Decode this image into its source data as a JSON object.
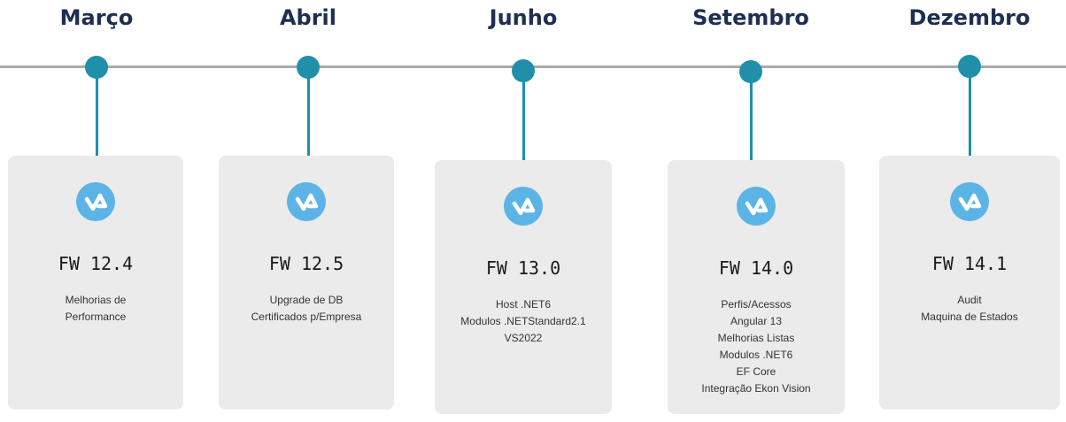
{
  "milestones": [
    {
      "month": "Março",
      "version": "FW 12.4",
      "items": [
        "Melhorias de",
        "Performance"
      ]
    },
    {
      "month": "Abril",
      "version": "FW 12.5",
      "items": [
        "Upgrade de DB",
        "Certificados p/Empresa"
      ]
    },
    {
      "month": "Junho",
      "version": "FW 13.0",
      "items": [
        "Host .NET6",
        "Modulos .NETStandard2.1",
        "VS2022"
      ]
    },
    {
      "month": "Setembro",
      "version": "FW 14.0",
      "items": [
        "Perfis/Acessos",
        "Angular 13",
        "Melhorias Listas",
        "Modulos .NET6",
        "EF Core",
        "Integração Ekon Vision"
      ]
    },
    {
      "month": "Dezembro",
      "version": "FW 14.1",
      "items": [
        "Audit",
        "Maquina de Estados"
      ]
    }
  ],
  "colors": {
    "month_text": "#1e2f52",
    "timeline": "#a9a9a9",
    "connector": "#1f8faa",
    "card": "#ebebeb",
    "logo": "#5cb4e6"
  },
  "icons": {
    "card_logo": "ekon-logo-icon"
  }
}
